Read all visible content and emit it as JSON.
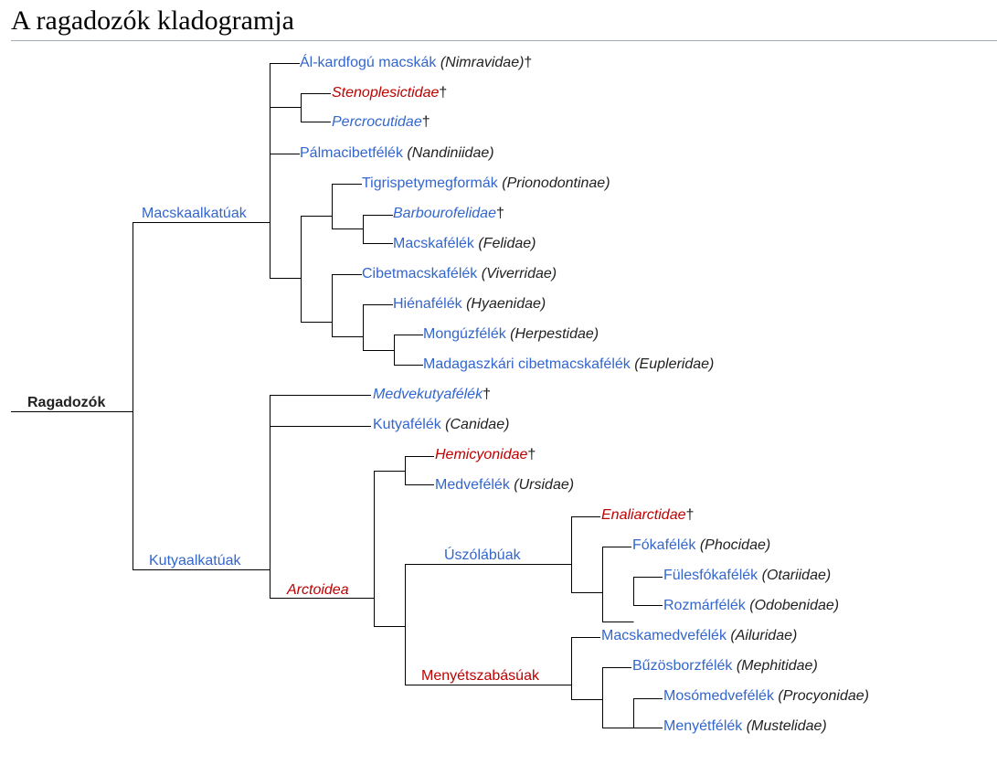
{
  "title": "A ragadozók kladogramja",
  "root": "Ragadozók",
  "clades": {
    "feliformia": "Macskaalkatúak",
    "caniformia": "Kutyaalkatúak",
    "arctoidea": "Arctoidea",
    "pinnipedia": "Úszólábúak",
    "musteloidea": "Menyétszabásúak"
  },
  "taxa": [
    {
      "name": "Ál-kardfogú macskák",
      "sci": "(Nimravidae)",
      "extinct": "†"
    },
    {
      "name": "Stenoplesictidae",
      "sci": "",
      "extinct": "†"
    },
    {
      "name": "Percrocutidae",
      "sci": "",
      "extinct": "†"
    },
    {
      "name": "Pálmacibetfélék",
      "sci": "(Nandiniidae)",
      "extinct": ""
    },
    {
      "name": "Tigrispetymegformák",
      "sci": "(Prionodontinae)",
      "extinct": ""
    },
    {
      "name": "Barbourofelidae",
      "sci": "",
      "extinct": "†"
    },
    {
      "name": "Macskafélék",
      "sci": "(Felidae)",
      "extinct": ""
    },
    {
      "name": "Cibetmacskafélék",
      "sci": "(Viverridae)",
      "extinct": ""
    },
    {
      "name": "Hiénafélék",
      "sci": "(Hyaenidae)",
      "extinct": ""
    },
    {
      "name": "Mongúzfélék",
      "sci": "(Herpestidae)",
      "extinct": ""
    },
    {
      "name": "Madagaszkári cibetmacskafélék",
      "sci": "(Eupleridae)",
      "extinct": ""
    },
    {
      "name": "Medvekutyafélék",
      "sci": "",
      "extinct": "†"
    },
    {
      "name": "Kutyafélék",
      "sci": "(Canidae)",
      "extinct": ""
    },
    {
      "name": "Hemicyonidae",
      "sci": "",
      "extinct": "†"
    },
    {
      "name": "Medvefélék",
      "sci": "(Ursidae)",
      "extinct": ""
    },
    {
      "name": "Enaliarctidae",
      "sci": "",
      "extinct": "†"
    },
    {
      "name": "Fókafélék",
      "sci": "(Phocidae)",
      "extinct": ""
    },
    {
      "name": "Fülesfókafélék",
      "sci": "(Otariidae)",
      "extinct": ""
    },
    {
      "name": "Rozmárfélék",
      "sci": "(Odobenidae)",
      "extinct": ""
    },
    {
      "name": "Macskamedvefélék",
      "sci": "(Ailuridae)",
      "extinct": ""
    },
    {
      "name": "Bűzösborzfélék",
      "sci": "(Mephitidae)",
      "extinct": ""
    },
    {
      "name": "Mosómedvefélék",
      "sci": "(Procyonidae)",
      "extinct": ""
    },
    {
      "name": "Menyétfélék",
      "sci": "(Mustelidae)",
      "extinct": ""
    }
  ],
  "colors": {
    "link": "#3366cc",
    "redlink": "#c00000",
    "text": "#202122"
  }
}
